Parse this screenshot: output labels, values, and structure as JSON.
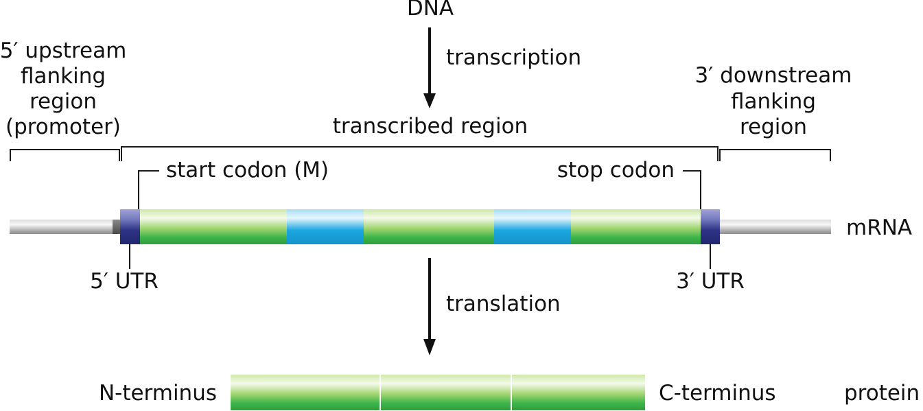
{
  "labels": {
    "dna": "DNA",
    "transcription": "transcription",
    "upstream": [
      "5′ upstream",
      "flanking",
      "region",
      "(promoter)"
    ],
    "transcribed_region": "transcribed region",
    "downstream": [
      "3′ downstream",
      "flanking",
      "region"
    ],
    "start_codon": "start codon (M)",
    "stop_codon": "stop codon",
    "mrna": "mRNA",
    "utr5": "5′ UTR",
    "utr3": "3′ UTR",
    "translation": "translation",
    "n_terminus": "N-terminus",
    "c_terminus": "C-terminus",
    "protein": "protein"
  },
  "colors": {
    "exon": "#3db54a",
    "intron": "#1ba7e0",
    "utr": "#2e3385",
    "flank": "#b8b8b8",
    "text": "#111111"
  }
}
